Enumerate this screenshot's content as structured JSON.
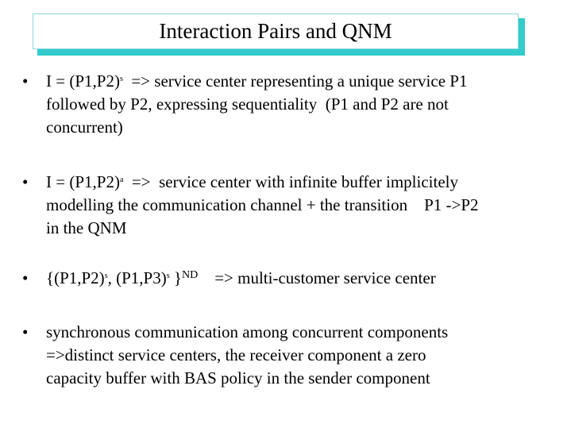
{
  "title": "Interaction Pairs and QNM",
  "bullet_symbol": "•",
  "bullets": [
    {
      "line1_pre": "I = (P1,P2)",
      "line1_sup": "s",
      "line1_post": "  => service center representing a unique service P1",
      "line2": "followed by P2, expressing sequentiality  (P1 and P2 are not",
      "line3": "concurrent)"
    },
    {
      "line1_pre": "I = (P1,P2)",
      "line1_sup": "a",
      "line1_post": "  =>  service center with infinite buffer implicitely",
      "line2": "modelling the communication channel + the transition    P1 ->P2",
      "line3": "in the QNM"
    },
    {
      "part1": "{(P1,P2)",
      "sup1": "s",
      "part2": ", (P1,P3)",
      "sup2": "s",
      "part3": " }",
      "sup3": "ND",
      "part4": "    => multi-customer service center"
    },
    {
      "line1": "synchronous communication among concurrent components",
      "line2": "=>distinct service centers, the receiver component a zero",
      "line3": "capacity buffer with BAS policy in the sender component"
    }
  ]
}
